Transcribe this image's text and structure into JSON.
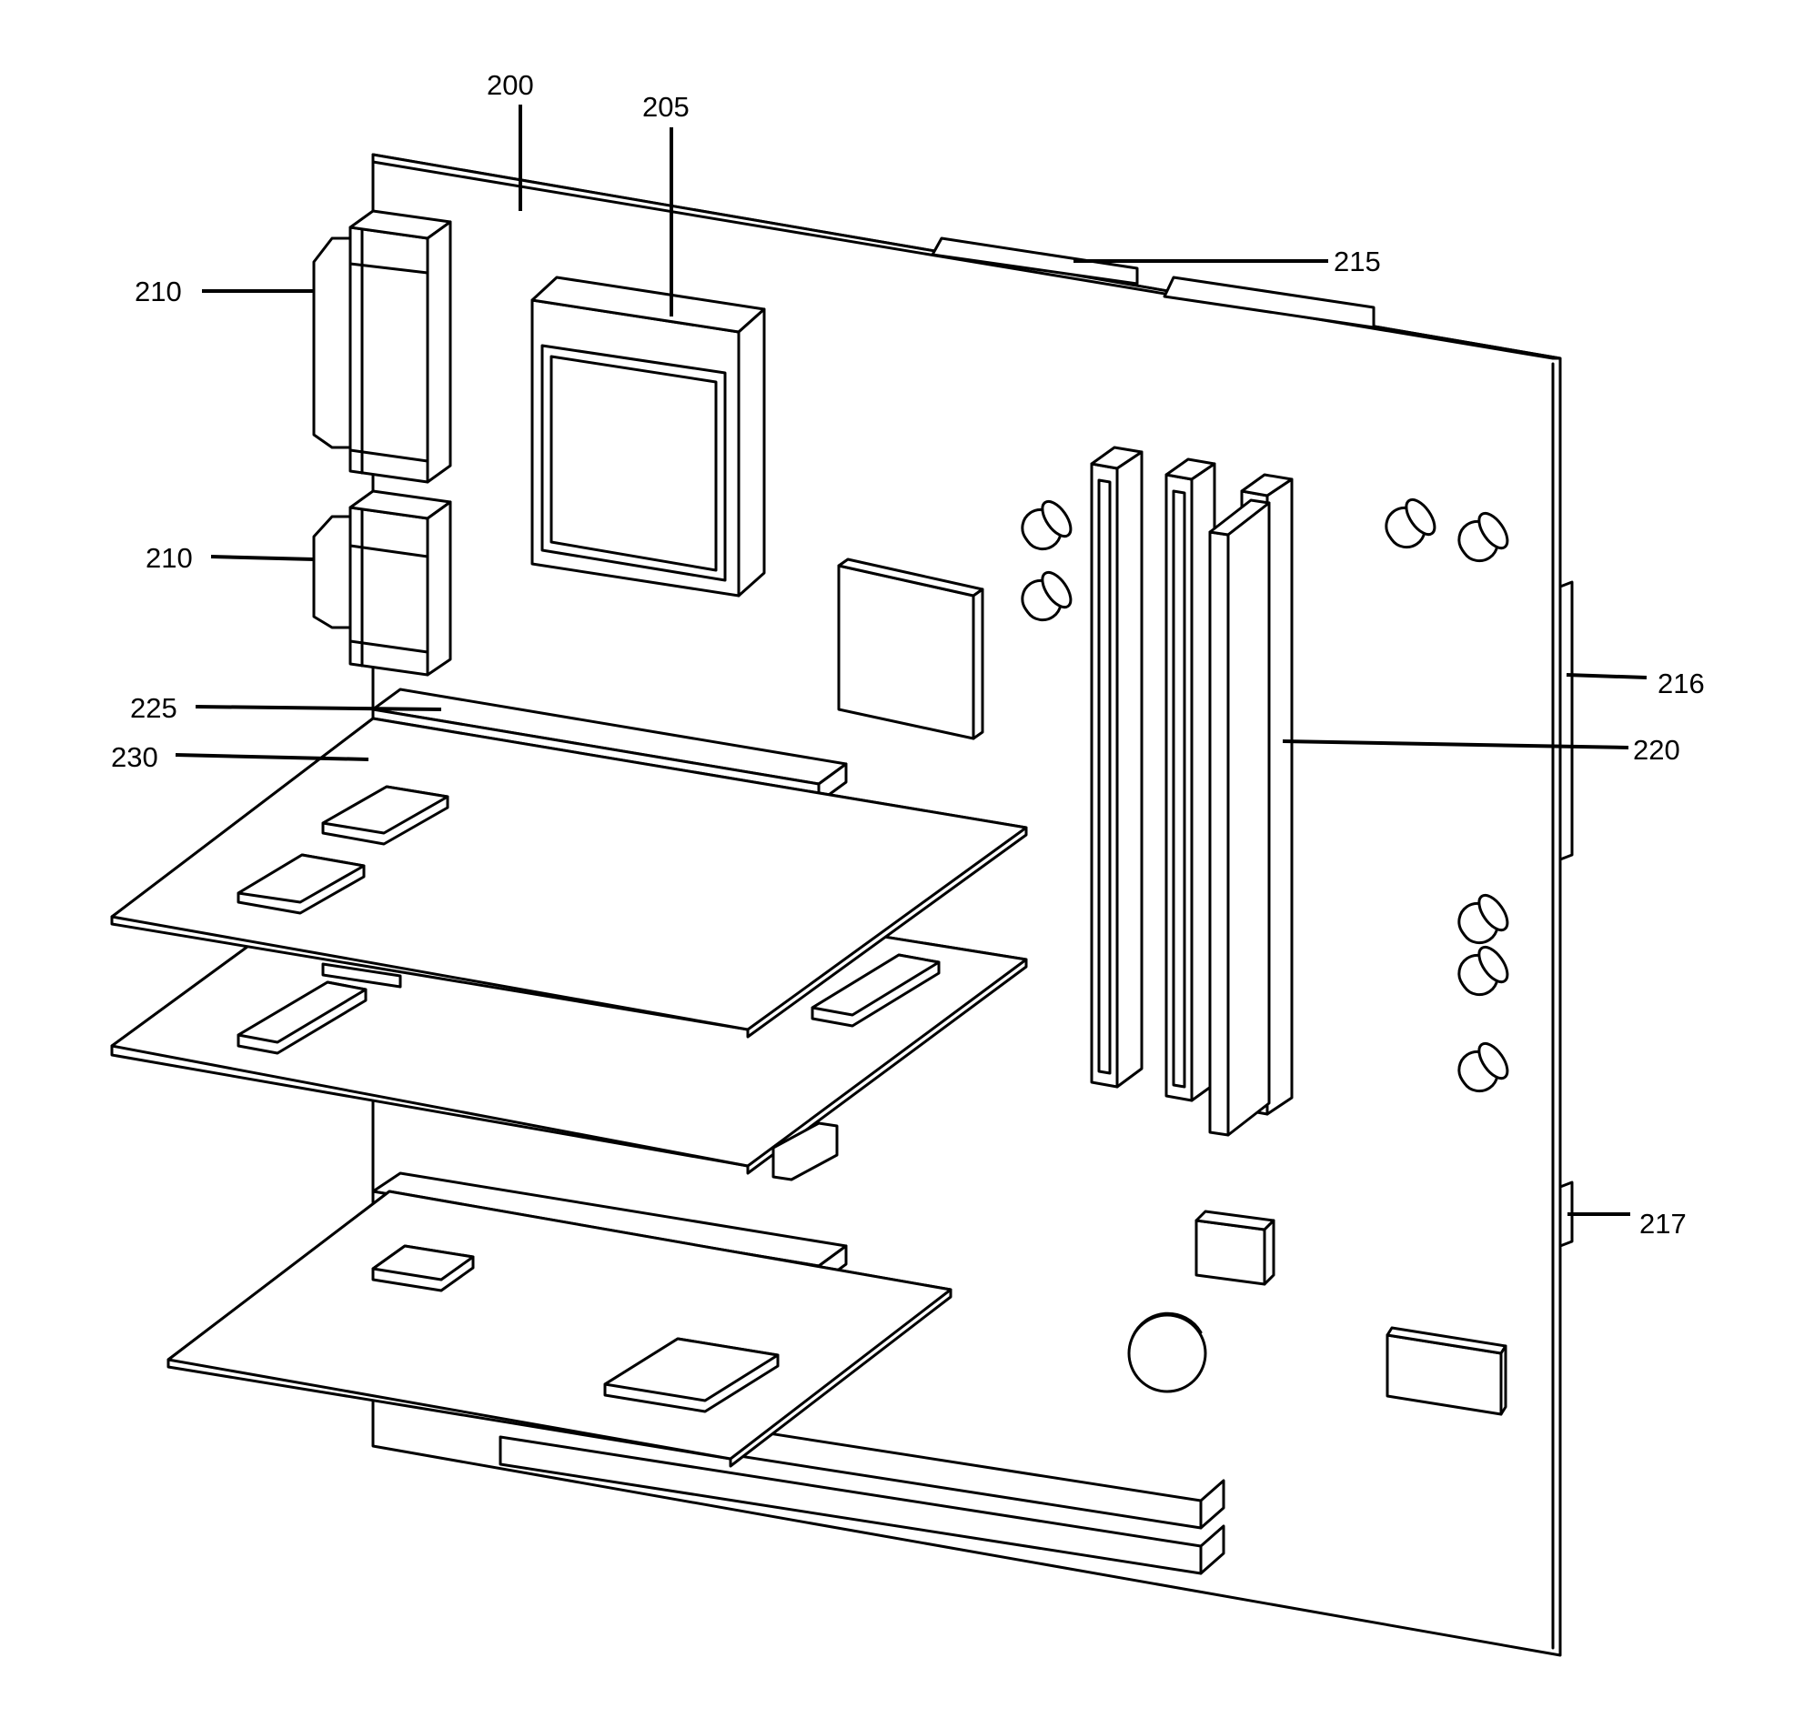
{
  "figure": {
    "description_label": "Exploded isometric view of a motherboard assembly",
    "line_color": "#000000",
    "background_color": "#ffffff"
  },
  "labels": {
    "board": "200",
    "processor": "205",
    "port_upper": "210",
    "port_lower": "210",
    "top_connector": "215",
    "side_connector": "216",
    "side_connector_small": "217",
    "memory_slot": "220",
    "card_slot": "225",
    "expansion_card": "230"
  }
}
